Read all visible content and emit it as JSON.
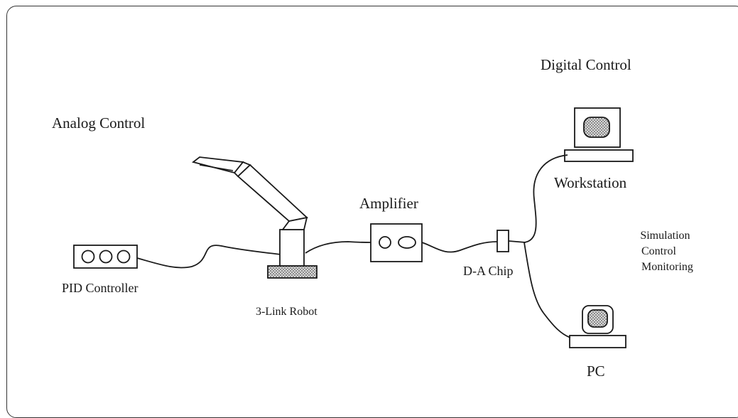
{
  "labels": {
    "analog_control": "Analog Control",
    "digital_control": "Digital Control",
    "pid_controller": "PID Controller",
    "robot": "3-Link Robot",
    "amplifier": "Amplifier",
    "da_chip": "D-A Chip",
    "workstation": "Workstation",
    "pc": "PC",
    "functions": [
      "Simulation",
      "Control",
      "Monitoring"
    ]
  },
  "colors": {
    "stroke": "#1a1a1a",
    "shade": "#bdbdbd"
  }
}
